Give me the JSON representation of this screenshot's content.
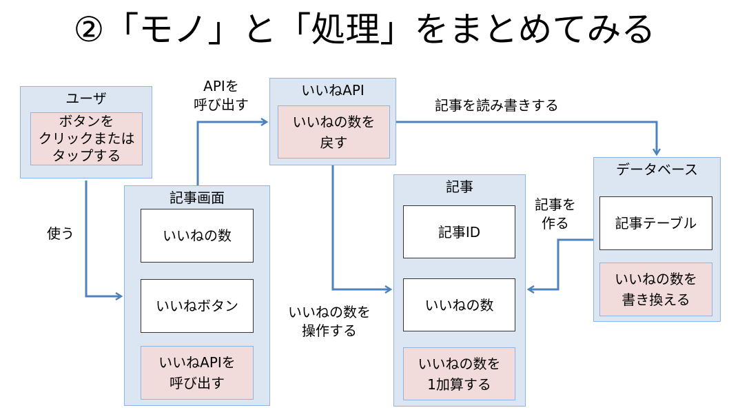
{
  "title": "②「モノ」と「処理」をまとめてみる",
  "groups": {
    "user": {
      "label": "ユーザ",
      "action_lines": [
        "ボタンを",
        "クリックまたは",
        "タップする"
      ]
    },
    "article_screen": {
      "label": "記事画面",
      "like_count": "いいねの数",
      "like_button": "いいねボタン",
      "call_api_lines": [
        "いいねAPIを",
        "呼び出す"
      ]
    },
    "like_api": {
      "label": "いいねAPI",
      "return_lines": [
        "いいねの数を",
        "戻す"
      ]
    },
    "article": {
      "label": "記事",
      "article_id": "記事ID",
      "like_count": "いいねの数",
      "add_one_lines": [
        "いいねの数を",
        "1加算する"
      ]
    },
    "database": {
      "label": "データベース",
      "article_table": "記事テーブル",
      "rewrite_lines": [
        "いいねの数を",
        "書き換える"
      ]
    }
  },
  "edge_labels": {
    "use": "使う",
    "call_api_lines": [
      "APIを",
      "呼び出す"
    ],
    "read_write": "記事を読み書きする",
    "operate_lines": [
      "いいねの数を",
      "操作する"
    ],
    "create_lines": [
      "記事を",
      "作る"
    ]
  },
  "colors": {
    "group_fill": "#dce6f2",
    "group_border": "#8eb4e3",
    "pink_fill": "#f2dcdb",
    "arrow": "#4f81bd"
  }
}
